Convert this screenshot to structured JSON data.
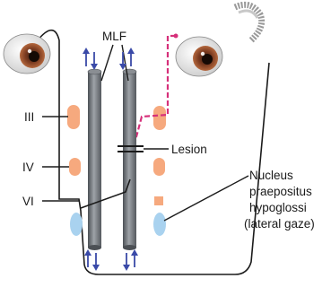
{
  "labels": {
    "mlf": "MLF",
    "oculomotor": "III",
    "trochlear": "IV",
    "abducens": "VI",
    "lesion": "Lesion",
    "nucleus_line1": "Nucleus",
    "nucleus_line2": "praepositus",
    "nucleus_line3": "hypoglossi",
    "nucleus_line4": "(lateral gaze)"
  },
  "colors": {
    "nucleus_orange": "#f6a97e",
    "nucleus_blue": "#a9d2ef",
    "pathway_magenta": "#d6307a",
    "arrow_blue": "#3a4aa8",
    "tract_gray": "#6e7378",
    "line_black": "#1b1b1b"
  },
  "icons": [
    "left-eye-icon",
    "right-eye-icon",
    "gaze-arc-icon",
    "arrow-icon"
  ]
}
